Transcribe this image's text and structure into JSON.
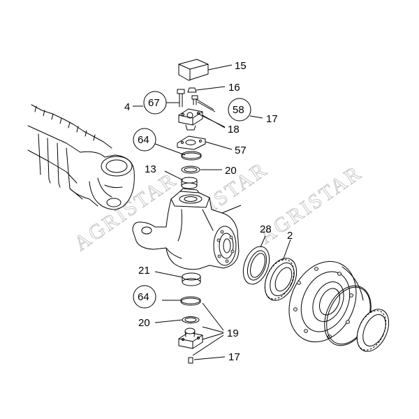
{
  "watermark": "AGRISTAR",
  "labels": {
    "l15": "15",
    "l16": "16",
    "l4": "4",
    "l67": "67",
    "l58": "58",
    "l17a": "17",
    "l18": "18",
    "l64a": "64",
    "l57": "57",
    "l13": "13",
    "l20a": "20",
    "l28": "28",
    "l2": "2",
    "l21": "21",
    "l64b": "64",
    "l20b": "20",
    "l19": "19",
    "l17b": "17"
  }
}
